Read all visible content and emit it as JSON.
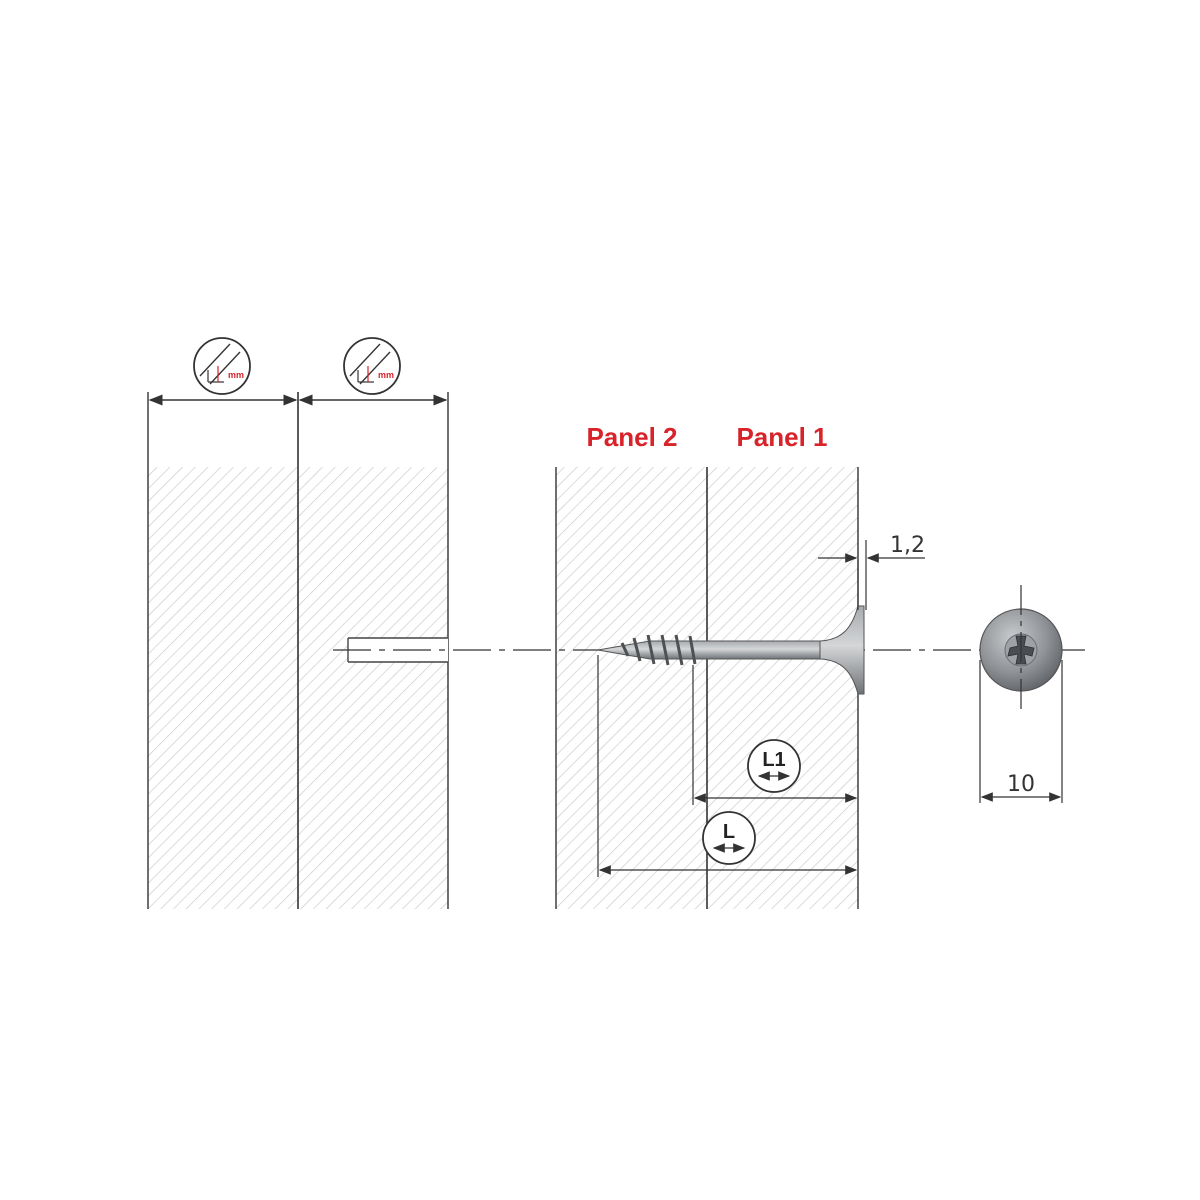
{
  "labels": {
    "panel_2": "Panel 2",
    "panel_1": "Panel 1",
    "head_thickness": "1,2",
    "head_diameter": "10",
    "thread_length": "L1",
    "screw_length": "L",
    "unit_mm": "mm"
  },
  "icons": {
    "thickness_symbol": "panel-thickness-mm-icon",
    "length_symbol": "length-icon"
  },
  "colors": {
    "accent_red": "#d8232a",
    "line": "#333333",
    "hatch": "#c8c8c8",
    "screw": "#8a8d91"
  }
}
